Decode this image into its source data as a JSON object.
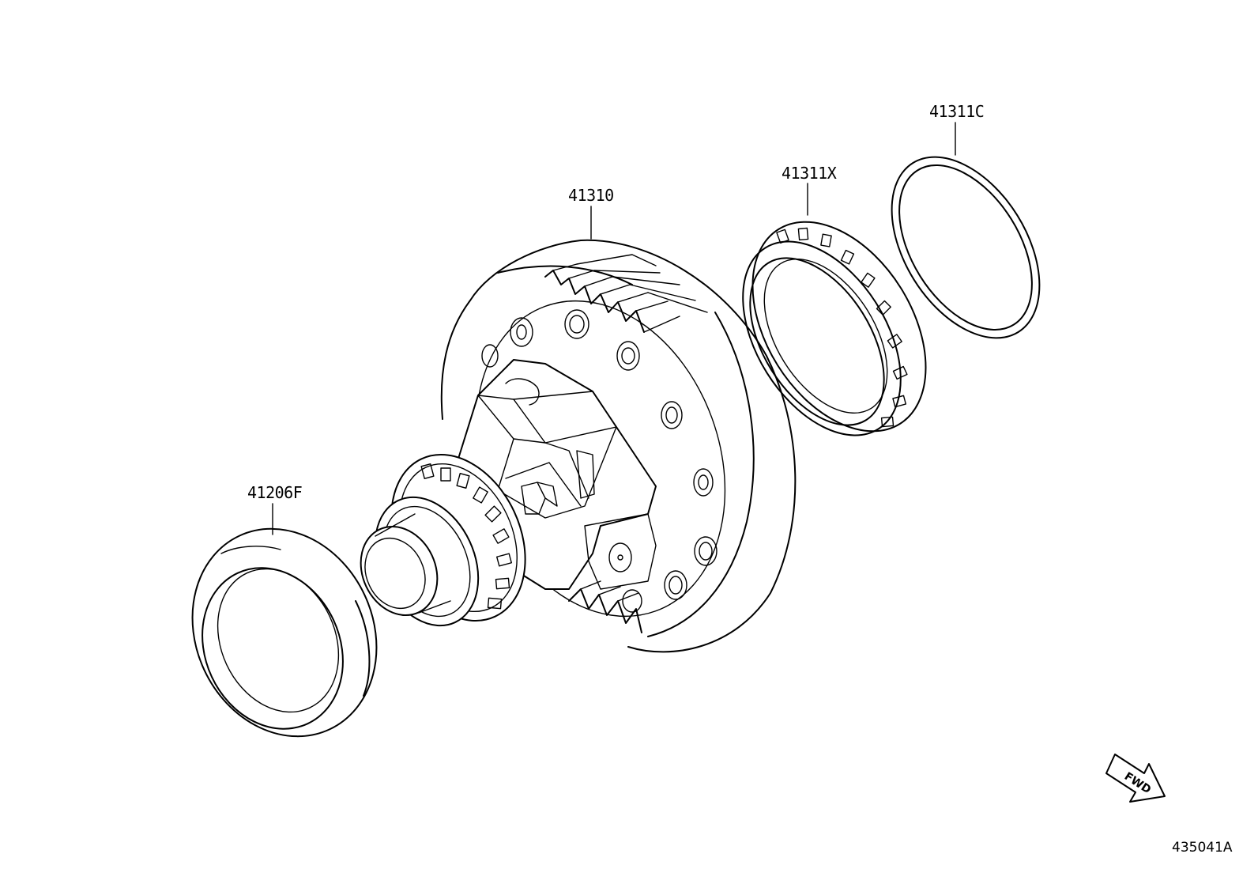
{
  "parts": [
    {
      "id": "41310",
      "label": "41310"
    },
    {
      "id": "41311X",
      "label": "41311X"
    },
    {
      "id": "41311C",
      "label": "41311C"
    },
    {
      "id": "41206F",
      "label": "41206F"
    }
  ],
  "direction_arrow": {
    "label": "FWD"
  },
  "diagram_code": "435041A",
  "icons": {
    "fwd-arrow": "arrow pointing lower-right"
  }
}
